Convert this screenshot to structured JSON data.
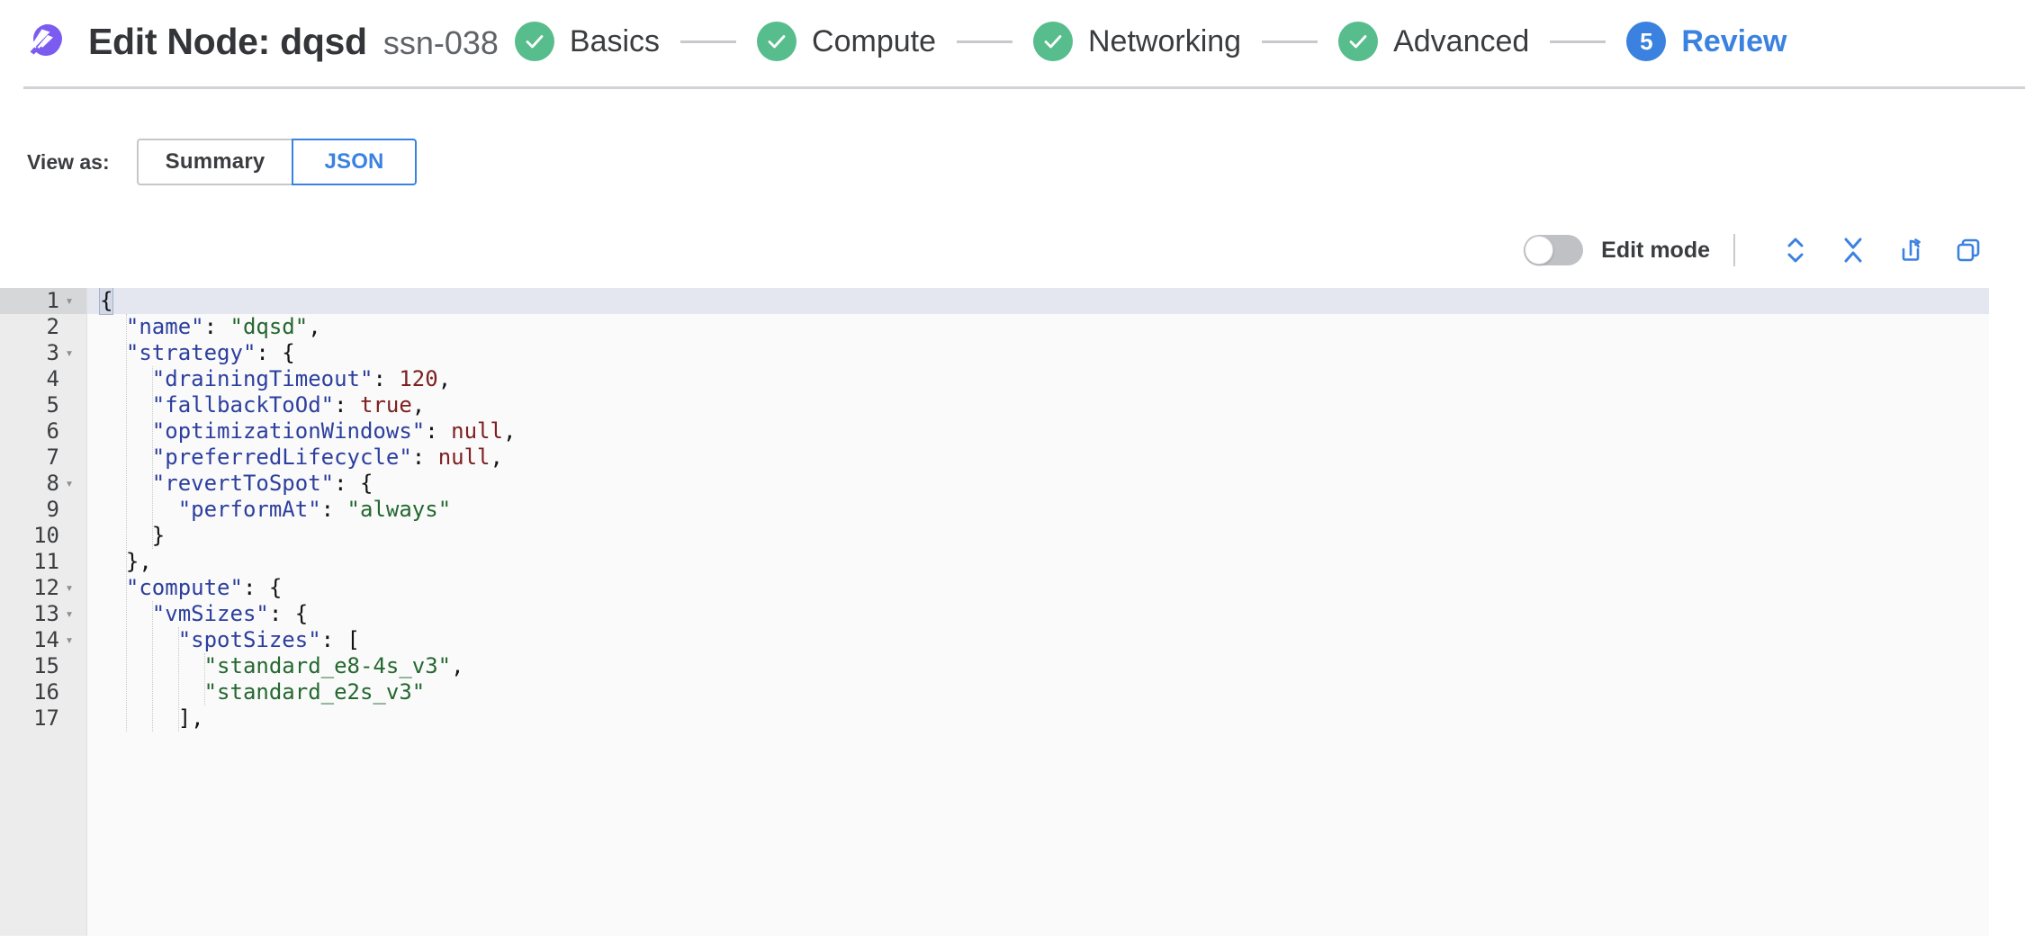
{
  "header": {
    "logo_name": "spot-logo",
    "title": "Edit Node: dqsd",
    "subtitle": "ssn-038",
    "accent_blue": "#3b82e0",
    "accent_green": "#57bd8c",
    "accent_purple": "#7c5cf0"
  },
  "stepper": {
    "steps": [
      {
        "label": "Basics",
        "state": "done",
        "number": "1"
      },
      {
        "label": "Compute",
        "state": "done",
        "number": "2"
      },
      {
        "label": "Networking",
        "state": "done",
        "number": "3"
      },
      {
        "label": "Advanced",
        "state": "done",
        "number": "4"
      },
      {
        "label": "Review",
        "state": "current",
        "number": "5"
      }
    ]
  },
  "view_as": {
    "label": "View as:",
    "options": [
      {
        "label": "Summary",
        "selected": false
      },
      {
        "label": "JSON",
        "selected": true
      }
    ]
  },
  "editor_toolbar": {
    "edit_mode_label": "Edit mode",
    "edit_mode_on": false,
    "buttons": [
      {
        "name": "expand-all-icon",
        "title": "Expand all"
      },
      {
        "name": "collapse-all-icon",
        "title": "Collapse all"
      },
      {
        "name": "share-icon",
        "title": "Export"
      },
      {
        "name": "copy-icon",
        "title": "Copy"
      }
    ]
  },
  "json_editor": {
    "active_line": 1,
    "lines": [
      {
        "n": "1",
        "fold": true,
        "indent": 0,
        "tokens": [
          {
            "t": "{",
            "c": "punc-hl"
          }
        ]
      },
      {
        "n": "2",
        "fold": false,
        "indent": 1,
        "tokens": [
          {
            "t": "  \"name\"",
            "c": "key"
          },
          {
            "t": ": ",
            "c": "punc"
          },
          {
            "t": "\"dqsd\"",
            "c": "str"
          },
          {
            "t": ",",
            "c": "punc"
          }
        ]
      },
      {
        "n": "3",
        "fold": true,
        "indent": 1,
        "tokens": [
          {
            "t": "  \"strategy\"",
            "c": "key"
          },
          {
            "t": ": {",
            "c": "punc"
          }
        ]
      },
      {
        "n": "4",
        "fold": false,
        "indent": 2,
        "tokens": [
          {
            "t": "    \"drainingTimeout\"",
            "c": "key"
          },
          {
            "t": ": ",
            "c": "punc"
          },
          {
            "t": "120",
            "c": "num"
          },
          {
            "t": ",",
            "c": "punc"
          }
        ]
      },
      {
        "n": "5",
        "fold": false,
        "indent": 2,
        "tokens": [
          {
            "t": "    \"fallbackToOd\"",
            "c": "key"
          },
          {
            "t": ": ",
            "c": "punc"
          },
          {
            "t": "true",
            "c": "bool"
          },
          {
            "t": ",",
            "c": "punc"
          }
        ]
      },
      {
        "n": "6",
        "fold": false,
        "indent": 2,
        "tokens": [
          {
            "t": "    \"optimizationWindows\"",
            "c": "key"
          },
          {
            "t": ": ",
            "c": "punc"
          },
          {
            "t": "null",
            "c": "null"
          },
          {
            "t": ",",
            "c": "punc"
          }
        ]
      },
      {
        "n": "7",
        "fold": false,
        "indent": 2,
        "tokens": [
          {
            "t": "    \"preferredLifecycle\"",
            "c": "key"
          },
          {
            "t": ": ",
            "c": "punc"
          },
          {
            "t": "null",
            "c": "null"
          },
          {
            "t": ",",
            "c": "punc"
          }
        ]
      },
      {
        "n": "8",
        "fold": true,
        "indent": 2,
        "tokens": [
          {
            "t": "    \"revertToSpot\"",
            "c": "key"
          },
          {
            "t": ": {",
            "c": "punc"
          }
        ]
      },
      {
        "n": "9",
        "fold": false,
        "indent": 3,
        "tokens": [
          {
            "t": "      \"performAt\"",
            "c": "key"
          },
          {
            "t": ": ",
            "c": "punc"
          },
          {
            "t": "\"always\"",
            "c": "str"
          }
        ]
      },
      {
        "n": "10",
        "fold": false,
        "indent": 2,
        "tokens": [
          {
            "t": "    }",
            "c": "punc"
          }
        ]
      },
      {
        "n": "11",
        "fold": false,
        "indent": 1,
        "tokens": [
          {
            "t": "  },",
            "c": "punc"
          }
        ]
      },
      {
        "n": "12",
        "fold": true,
        "indent": 1,
        "tokens": [
          {
            "t": "  \"compute\"",
            "c": "key"
          },
          {
            "t": ": {",
            "c": "punc"
          }
        ]
      },
      {
        "n": "13",
        "fold": true,
        "indent": 2,
        "tokens": [
          {
            "t": "    \"vmSizes\"",
            "c": "key"
          },
          {
            "t": ": {",
            "c": "punc"
          }
        ]
      },
      {
        "n": "14",
        "fold": true,
        "indent": 3,
        "tokens": [
          {
            "t": "      \"spotSizes\"",
            "c": "key"
          },
          {
            "t": ": [",
            "c": "punc"
          }
        ]
      },
      {
        "n": "15",
        "fold": false,
        "indent": 4,
        "tokens": [
          {
            "t": "        \"standard_e8-4s_v3\"",
            "c": "str"
          },
          {
            "t": ",",
            "c": "punc"
          }
        ]
      },
      {
        "n": "16",
        "fold": false,
        "indent": 4,
        "tokens": [
          {
            "t": "        \"standard_e2s_v3\"",
            "c": "str"
          }
        ]
      },
      {
        "n": "17",
        "fold": false,
        "indent": 3,
        "tokens": [
          {
            "t": "      ],",
            "c": "punc"
          }
        ]
      }
    ]
  }
}
